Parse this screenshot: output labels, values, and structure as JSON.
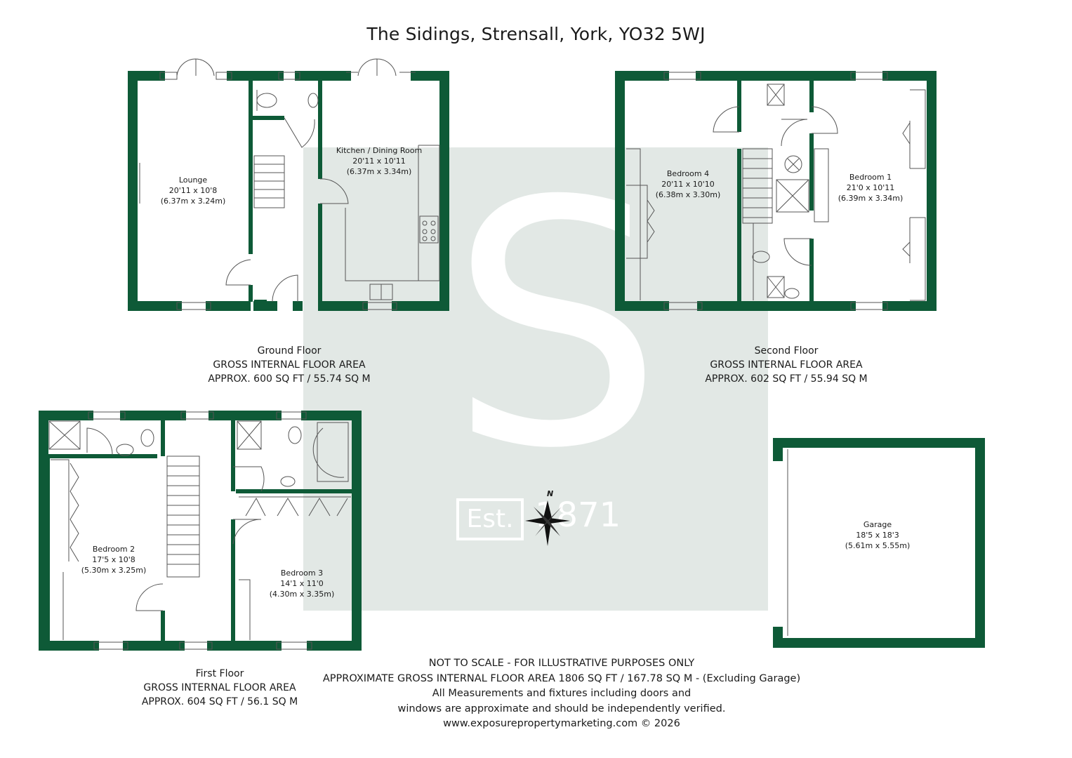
{
  "title": "The Sidings, Strensall, York, YO32 5WJ",
  "colors": {
    "wall": "#0e5a37",
    "watermark": "#e2e8e5",
    "text": "#1a1a1a"
  },
  "watermark": {
    "est": "Est.",
    "year": "1871"
  },
  "compass": {
    "north_label": "N"
  },
  "ground_floor": {
    "caption": [
      "Ground Floor",
      "GROSS INTERNAL FLOOR AREA",
      "APPROX. 600 SQ FT / 55.74 SQ M"
    ],
    "rooms": {
      "lounge": {
        "name": "Lounge",
        "size_imperial": "20'11 x 10'8",
        "size_metric": "(6.37m x 3.24m)"
      },
      "kitchen": {
        "name": "Kitchen / Dining Room",
        "size_imperial": "20'11 x 10'11",
        "size_metric": "(6.37m x 3.34m)"
      }
    }
  },
  "second_floor": {
    "caption": [
      "Second Floor",
      "GROSS INTERNAL FLOOR AREA",
      "APPROX. 602 SQ FT / 55.94 SQ M"
    ],
    "rooms": {
      "bedroom4": {
        "name": "Bedroom 4",
        "size_imperial": "20'11 x 10'10",
        "size_metric": "(6.38m x 3.30m)"
      },
      "bedroom1": {
        "name": "Bedroom 1",
        "size_imperial": "21'0 x 10'11",
        "size_metric": "(6.39m x 3.34m)"
      }
    }
  },
  "first_floor": {
    "caption": [
      "First Floor",
      "GROSS INTERNAL FLOOR AREA",
      "APPROX. 604 SQ FT / 56.1 SQ M"
    ],
    "rooms": {
      "bedroom2": {
        "name": "Bedroom 2",
        "size_imperial": "17'5 x 10'8",
        "size_metric": "(5.30m x 3.25m)"
      },
      "bedroom3": {
        "name": "Bedroom 3",
        "size_imperial": "14'1 x 11'0",
        "size_metric": "(4.30m x 3.35m)"
      }
    }
  },
  "garage": {
    "name": "Garage",
    "size_imperial": "18'5 x 18'3",
    "size_metric": "(5.61m x 5.55m)"
  },
  "footer": [
    "NOT TO SCALE - FOR ILLUSTRATIVE PURPOSES ONLY",
    "APPROXIMATE GROSS INTERNAL FLOOR AREA 1806 SQ FT / 167.78 SQ M - (Excluding Garage)",
    "All Measurements and fixtures including doors and",
    "windows are approximate and should be independently verified.",
    "www.exposurepropertymarketing.com © 2026"
  ]
}
